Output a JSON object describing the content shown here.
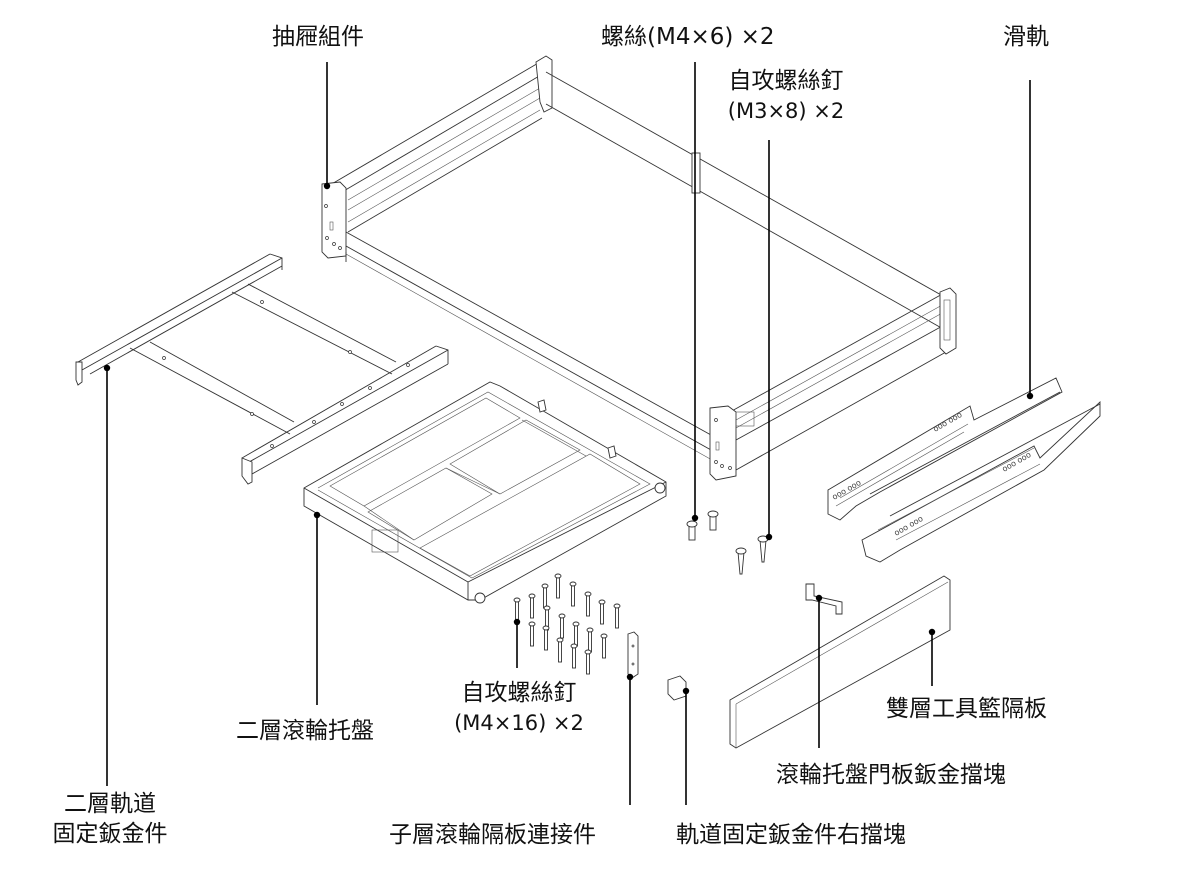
{
  "diagram": {
    "type": "exploded-assembly-parts-diagram",
    "line_color": "#333333",
    "background": "#ffffff",
    "labels": {
      "drawer_assembly": "抽屜組件",
      "screw_m4x6": "螺絲(M4×6) ×2",
      "tapping_screw_m3x8_line1": "自攻螺絲釘",
      "tapping_screw_m3x8_line2": "(M3×8) ×2",
      "slide_rail": "滑軌",
      "rail_bracket_line1": "二層軌道",
      "rail_bracket_line2": "固定鈑金件",
      "roller_tray": "二層滾輪托盤",
      "tapping_screw_m4x16_line1": "自攻螺絲釘",
      "tapping_screw_m4x16_line2": "(M4×16) ×2",
      "sub_layer_connector": "子層滾輪隔板連接件",
      "rail_bracket_right_stop": "軌道固定鈑金件右擋塊",
      "tray_door_stop": "滾輪托盤門板鈑金擋塊",
      "tool_basket_divider": "雙層工具籃隔板"
    }
  }
}
